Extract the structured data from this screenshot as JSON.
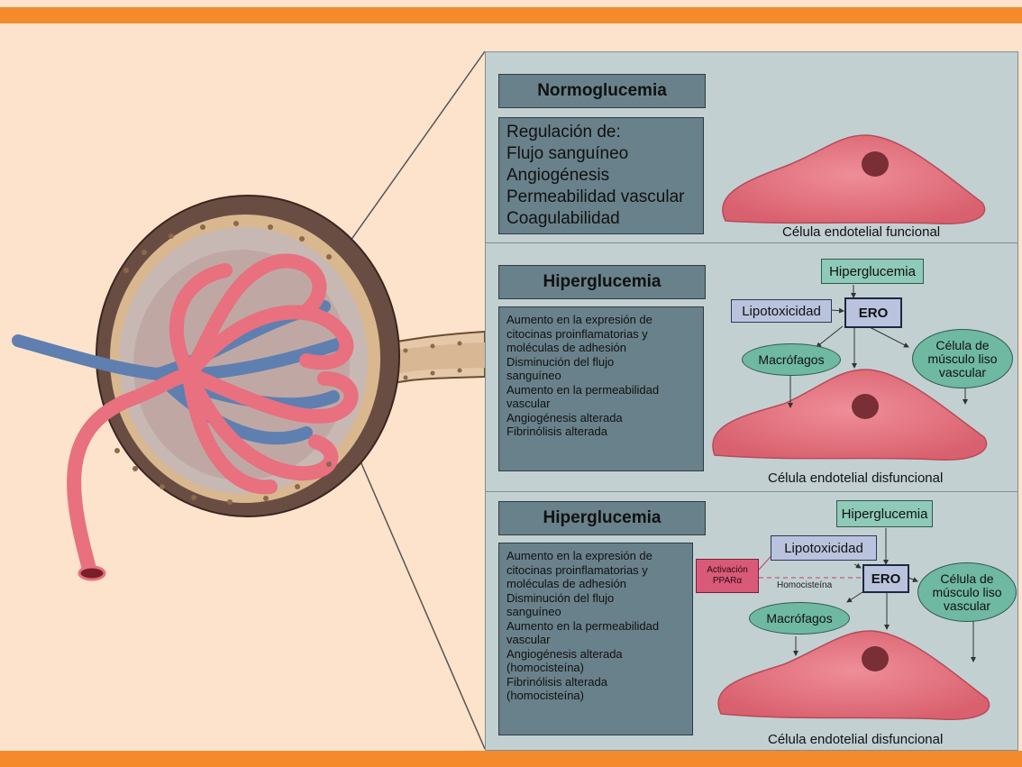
{
  "colors": {
    "band": "#f58a2d",
    "background": "#fde3cc",
    "panel": "#c2d0d2",
    "box": "#69818a",
    "cell": "#e07a86",
    "nucleus": "#7a2e36",
    "vessel_red": "#e8707f",
    "vessel_blue": "#5f7fb0"
  },
  "panel1": {
    "title": "Normoglucemia",
    "lines": [
      "Regulación de:",
      "Flujo sanguíneo",
      "Angiogénesis",
      "Permeabilidad vascular",
      "Coagulabilidad"
    ],
    "caption": "Célula endotelial funcional"
  },
  "panel2": {
    "title": "Hiperglucemia",
    "lines": [
      "Aumento en la expresión de",
      "citocinas proinflamatorias y",
      "moléculas de adhesión",
      "Disminución del flujo",
      "sanguíneo",
      "Aumento en la permeabilidad",
      "vascular",
      "Angiogénesis alterada",
      "Fibrinólisis alterada"
    ],
    "node_hyper": "Hiperglucemia",
    "node_lipo": "Lipotoxicidad",
    "node_ero": "ERO",
    "node_macro": "Macrófagos",
    "node_smooth": [
      "Célula de",
      "músculo liso",
      "vascular"
    ],
    "caption": "Célula endotelial disfuncional"
  },
  "panel3": {
    "title": "Hiperglucemia",
    "lines": [
      "Aumento en la expresión de",
      "citocinas proinflamatorias y",
      "moléculas de adhesión",
      "Disminución del flujo",
      "sanguíneo",
      "Aumento en la permeabilidad",
      "vascular",
      "Angiogénesis alterada",
      "(homocisteína)",
      "Fibrinólisis alterada",
      "(homocisteína)"
    ],
    "node_hyper": "Hiperglucemia",
    "node_lipo": "Lipotoxicidad",
    "node_ero": "ERO",
    "node_ppar": [
      "Activación",
      "PPARα"
    ],
    "homocysteine_label": "Homocisteína",
    "node_macro": "Macrófagos",
    "node_smooth": [
      "Célula de",
      "músculo liso",
      "vascular"
    ],
    "caption": "Célula endotelial disfuncional"
  }
}
